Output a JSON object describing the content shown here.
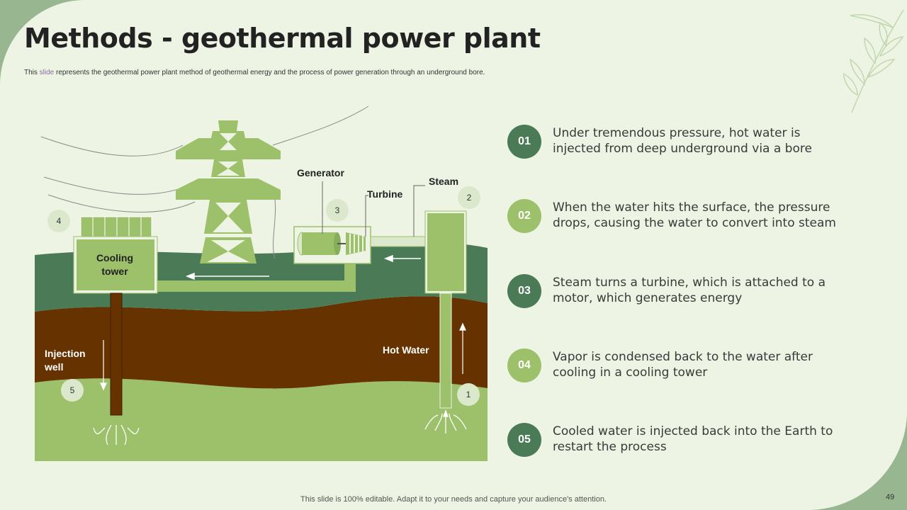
{
  "title": "Methods - geothermal power plant",
  "subtitle": {
    "pre": "This ",
    "accent": "slide",
    "post": " represents the geothermal power plant method of geothermal energy and the process of power generation through an underground bore."
  },
  "diagram": {
    "labels": {
      "generator": "Generator",
      "turbine": "Turbine",
      "steam": "Steam",
      "cooling_tower_l1": "Cooling",
      "cooling_tower_l2": "tower",
      "injection_well_l1": "Injection",
      "injection_well_l2": "well",
      "hot_water": "Hot Water"
    },
    "markers": [
      "1",
      "2",
      "3",
      "4",
      "5"
    ]
  },
  "steps": [
    {
      "num": "01",
      "text": "Under tremendous pressure, hot water is injected from deep underground via a bore"
    },
    {
      "num": "02",
      "text": "When the water hits the surface, the pressure drops, causing the water to convert into steam"
    },
    {
      "num": "03",
      "text": "Steam turns a turbine, which is attached to a motor, which generates energy"
    },
    {
      "num": "04",
      "text": "Vapor is condensed back to the water after cooling in a cooling tower"
    },
    {
      "num": "05",
      "text": "Cooled water is injected back into the Earth to restart the process"
    }
  ],
  "footer": "This slide is 100% editable. Adapt it to your needs and capture your audience's attention.",
  "page_number": "49",
  "colors": {
    "dark_green": "#4a7a56",
    "light_green": "#9cc16a",
    "soil_brown": "#663300",
    "background": "#edf4e3"
  }
}
